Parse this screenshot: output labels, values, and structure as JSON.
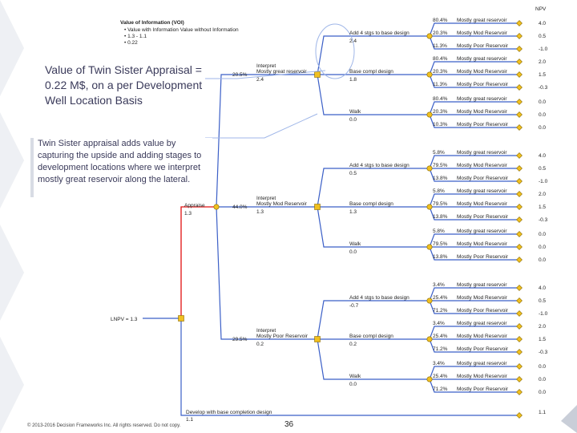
{
  "legend": {
    "title": "Value of Information (VOI)",
    "line1": "• Value with Information   Value without Information",
    "line2": "• 1.3 - 1.1",
    "line3": "• 0.22"
  },
  "npv_label": "NPV",
  "callouts": {
    "value": "Value of Twin Sister Appraisal = 0.22 M$, on a per Development Well Location Basis",
    "twin": "Twin Sister appraisal adds value by capturing the upside and adding stages to development locations where we interpret mostly great reservoir along the lateral."
  },
  "root": {
    "label": "LNPV = 1.3"
  },
  "appraise": {
    "label": "Appraise",
    "value": "1.3"
  },
  "develop": {
    "label": "Develop with base completion design",
    "value": "1.1",
    "end": "1.1"
  },
  "branches": [
    {
      "prob": "20.5%",
      "name": "Interpret",
      "sub": "Mostly great reservoir",
      "value": "2.4",
      "decisions": [
        {
          "label": "Add 4 stgs to base design",
          "value": "2.4",
          "outcomes": [
            {
              "prob": "80.4%",
              "name": "Mostly great reservoir",
              "npv": "4.0"
            },
            {
              "prob": "20.3%",
              "name": "Mostly Mod Reservoir",
              "npv": "0.5"
            },
            {
              "prob": "11.3%",
              "name": "Mostly Poor Reservoir",
              "npv": "-1.0"
            }
          ]
        },
        {
          "label": "Base compl design",
          "value": "1.8",
          "outcomes": [
            {
              "prob": "80.4%",
              "name": "Mostly great reservoir",
              "npv": "2.0"
            },
            {
              "prob": "20.3%",
              "name": "Mostly Mod Reservoir",
              "npv": "1.5"
            },
            {
              "prob": "11.3%",
              "name": "Mostly Poor Reservoir",
              "npv": "-0.3"
            }
          ]
        },
        {
          "label": "Walk",
          "value": "0.0",
          "outcomes": [
            {
              "prob": "80.4%",
              "name": "Mostly great reservoir",
              "npv": "0.0"
            },
            {
              "prob": "20.3%",
              "name": "Mostly Mod Reservoir",
              "npv": "0.0"
            },
            {
              "prob": "10.3%",
              "name": "Mostly Poor Reservoir",
              "npv": "0.0"
            }
          ]
        }
      ]
    },
    {
      "prob": "44.0%",
      "name": "Interpret",
      "sub": "Mostly Mod Reservoir",
      "value": "1.3",
      "decisions": [
        {
          "label": "Add 4 stgs to base design",
          "value": "0.5",
          "outcomes": [
            {
              "prob": "5.8%",
              "name": "Mostly great reservoir",
              "npv": "4.0"
            },
            {
              "prob": "79.5%",
              "name": "Mostly Mod Reservoir",
              "npv": "0.5"
            },
            {
              "prob": "13.8%",
              "name": "Mostly Poor Reservoir",
              "npv": "-1.0"
            }
          ]
        },
        {
          "label": "Base compl design",
          "value": "1.3",
          "outcomes": [
            {
              "prob": "5.8%",
              "name": "Mostly great reservoir",
              "npv": "2.0"
            },
            {
              "prob": "79.5%",
              "name": "Mostly Mod Reservoir",
              "npv": "1.5"
            },
            {
              "prob": "13.8%",
              "name": "Mostly Poor Reservoir",
              "npv": "-0.3"
            }
          ]
        },
        {
          "label": "Walk",
          "value": "0.0",
          "outcomes": [
            {
              "prob": "5.8%",
              "name": "Mostly great reservoir",
              "npv": "0.0"
            },
            {
              "prob": "79.5%",
              "name": "Mostly Mod Reservoir",
              "npv": "0.0"
            },
            {
              "prob": "13.8%",
              "name": "Mostly Poor Reservoir",
              "npv": "0.0"
            }
          ]
        }
      ]
    },
    {
      "prob": "29.5%",
      "name": "Interpret",
      "sub": "Mostly Poor Reservoir",
      "value": "0.2",
      "decisions": [
        {
          "label": "Add 4 stgs to base design",
          "value": "-0.7",
          "outcomes": [
            {
              "prob": "3.4%",
              "name": "Mostly great reservoir",
              "npv": "4.0"
            },
            {
              "prob": "25.4%",
              "name": "Mostly Mod Reservoir",
              "npv": "0.5"
            },
            {
              "prob": "71.2%",
              "name": "Mostly Poor Reservoir",
              "npv": "-1.0"
            }
          ]
        },
        {
          "label": "Base compl design",
          "value": "0.2",
          "outcomes": [
            {
              "prob": "3.4%",
              "name": "Mostly great reservoir",
              "npv": "2.0"
            },
            {
              "prob": "25.4%",
              "name": "Mostly Mod Reservoir",
              "npv": "1.5"
            },
            {
              "prob": "71.2%",
              "name": "Mostly Poor Reservoir",
              "npv": "-0.3"
            }
          ]
        },
        {
          "label": "Walk",
          "value": "0.0",
          "outcomes": [
            {
              "prob": "3.4%",
              "name": "Mostly great reservoir",
              "npv": "0.0"
            },
            {
              "prob": "25.4%",
              "name": "Mostly Mod Reservoir",
              "npv": "0.0"
            },
            {
              "prob": "71.2%",
              "name": "Mostly Poor Reservoir",
              "npv": "0.0"
            }
          ]
        }
      ]
    }
  ],
  "footer": "© 2013-2016 Decision Frameworks Inc. All rights reserved. Do not copy.",
  "page_number": "36",
  "colors": {
    "tree_line": "#3b5fc7",
    "red_path": "#e01010",
    "chance_node": "#f0c020",
    "terminal": "#f0c020",
    "callout_line": "#9fb6e8"
  }
}
